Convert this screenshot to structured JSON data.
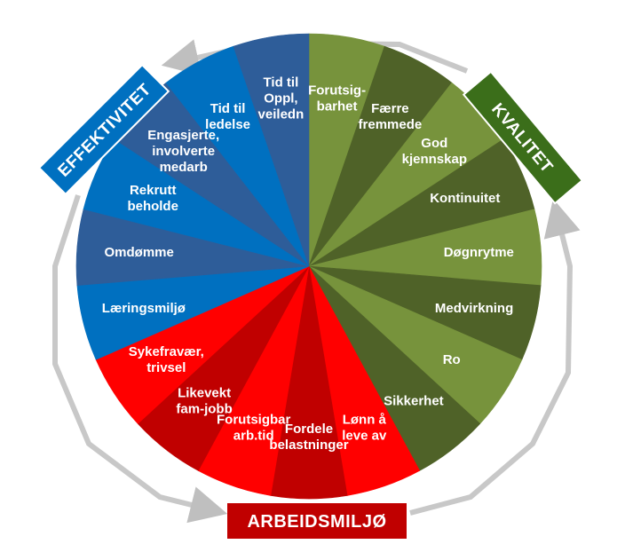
{
  "categories": {
    "effektivitet": {
      "label": "EFFEKTIVITET",
      "color": "#0070c0"
    },
    "kvalitet": {
      "label": "KVALITET",
      "color": "#3b6e1a"
    },
    "arbeidsmiljo": {
      "label": "ARBEIDSMILJØ",
      "color": "#c00000"
    }
  },
  "segments": [
    {
      "lines": [
        "Forutsig-",
        "barhet"
      ],
      "color": "#77933c",
      "group": "kvalitet"
    },
    {
      "lines": [
        "Færre",
        "fremmede"
      ],
      "color": "#4f6228",
      "group": "kvalitet"
    },
    {
      "lines": [
        "God",
        "kjennskap"
      ],
      "color": "#77933c",
      "group": "kvalitet"
    },
    {
      "lines": [
        "Kontinuitet"
      ],
      "color": "#4f6228",
      "group": "kvalitet"
    },
    {
      "lines": [
        "Døgnrytme"
      ],
      "color": "#77933c",
      "group": "kvalitet"
    },
    {
      "lines": [
        "Medvirkning"
      ],
      "color": "#4f6228",
      "group": "kvalitet"
    },
    {
      "lines": [
        "Ro"
      ],
      "color": "#77933c",
      "group": "kvalitet"
    },
    {
      "lines": [
        "Sikkerhet"
      ],
      "color": "#4f6228",
      "group": "kvalitet"
    },
    {
      "lines": [
        "Lønn å",
        "leve av"
      ],
      "color": "#ff0000",
      "group": "arbeidsmiljo"
    },
    {
      "lines": [
        "Fordele",
        "belastninger"
      ],
      "color": "#c00000",
      "group": "arbeidsmiljo"
    },
    {
      "lines": [
        "Forutsigbar",
        "arb.tid"
      ],
      "color": "#ff0000",
      "group": "arbeidsmiljo"
    },
    {
      "lines": [
        "Likevekt",
        "fam-jobb"
      ],
      "color": "#c00000",
      "group": "arbeidsmiljo"
    },
    {
      "lines": [
        "Sykefravær,",
        "trivsel"
      ],
      "color": "#ff0000",
      "group": "arbeidsmiljo"
    },
    {
      "lines": [
        "Læringsmiljø"
      ],
      "color": "#0070c0",
      "group": "effektivitet"
    },
    {
      "lines": [
        "Omdømme"
      ],
      "color": "#2e5d99",
      "group": "effektivitet"
    },
    {
      "lines": [
        "Rekrutt",
        "beholde"
      ],
      "color": "#0070c0",
      "group": "effektivitet"
    },
    {
      "lines": [
        "Engasjerte,",
        "involverte",
        "medarb"
      ],
      "color": "#2e5d99",
      "group": "effektivitet"
    },
    {
      "lines": [
        "Tid til",
        "ledelse"
      ],
      "color": "#0070c0",
      "group": "effektivitet"
    },
    {
      "lines": [
        "Tid til",
        "Oppl,",
        "veiledn"
      ],
      "color": "#2e5d99",
      "group": "effektivitet"
    }
  ]
}
